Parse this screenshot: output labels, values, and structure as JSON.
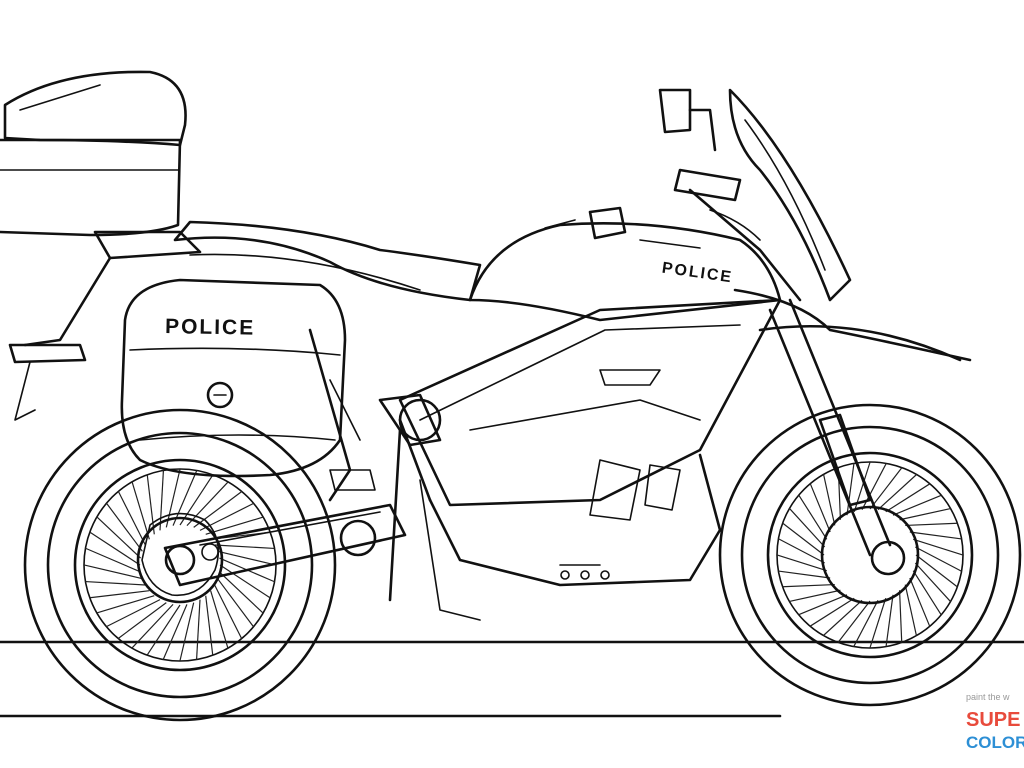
{
  "artwork": {
    "subject_icon": "police-motorcycle-icon",
    "decal_saddlebag": "POLICE",
    "decal_tank": "POLICE",
    "line_color": "#111111",
    "background_color": "#ffffff"
  },
  "watermark": {
    "tagline": "paint the w",
    "brand_line1": "SUPE",
    "brand_line2": "COLOR",
    "brand_colors": [
      "#e84b3c",
      "#f4a623",
      "#3fae49",
      "#2d8fd5",
      "#9b4dca"
    ]
  }
}
